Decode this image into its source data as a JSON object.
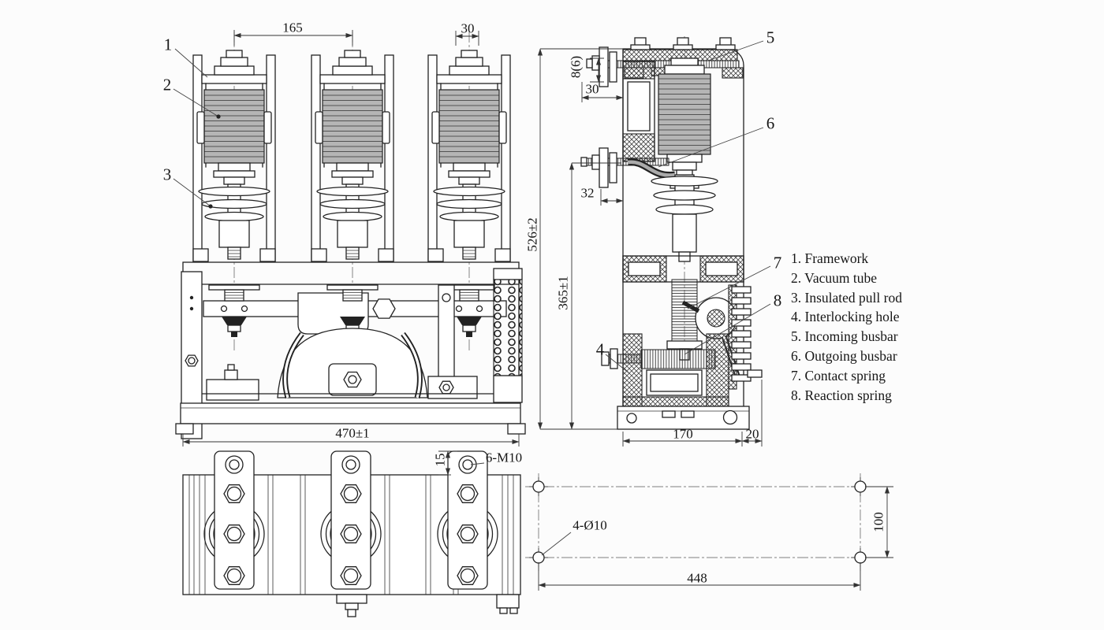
{
  "colors": {
    "ink": "#222222",
    "paper": "#fcfcfc",
    "tube_fill": "#b5b5b5"
  },
  "front_view": {
    "dim_pole_pitch": "165",
    "dim_terminal_width": "30",
    "dim_overall_width": "470±1",
    "callout_framework": "1",
    "callout_vacuum_tube": "2",
    "callout_pull_rod": "3"
  },
  "side_view": {
    "dim_overall_height": "526±2",
    "dim_busbar_height": "365±1",
    "dim_busbar_thickness": "8(6)",
    "dim_incoming_offset": "30",
    "dim_outgoing_offset": "32",
    "dim_depth": "170",
    "dim_rear_extension": "20",
    "callout_interlocking_hole": "4",
    "callout_incoming_busbar": "5",
    "callout_outgoing_busbar": "6",
    "callout_contact_spring": "7",
    "callout_reaction_spring": "8"
  },
  "bottom_view": {
    "dim_strap_offset": "15",
    "dim_terminal_bolts": "6-M10"
  },
  "mounting_view": {
    "dim_hole_spec": "4-Ø10",
    "dim_hole_span": "448",
    "dim_hole_pitch": "100"
  },
  "legend": {
    "items": [
      "1. Framework",
      "2. Vacuum tube",
      "3. Insulated pull rod",
      "4. Interlocking hole",
      "5. Incoming busbar",
      "6. Outgoing busbar",
      "7. Contact spring",
      "8. Reaction spring"
    ]
  }
}
